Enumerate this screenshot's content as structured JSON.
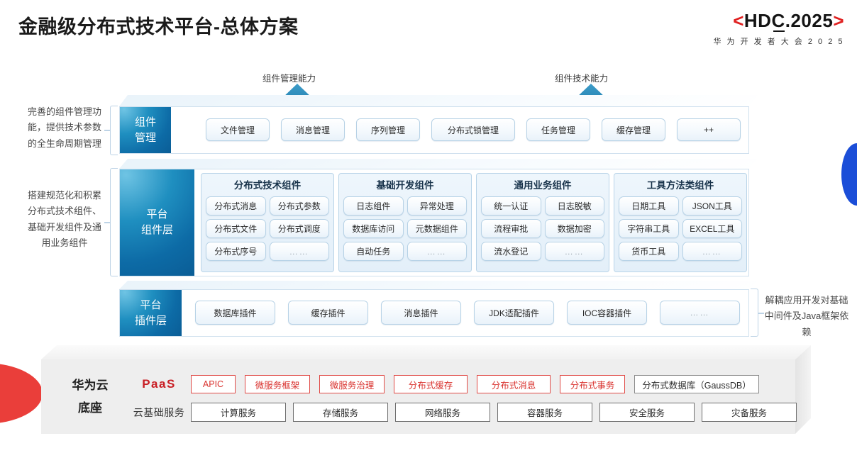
{
  "header": {
    "title": "金融级分布式技术平台-总体方案",
    "logo_main_open": "<",
    "logo_main_text": "HDC.2025",
    "logo_main_close": ">",
    "logo_sub": "华 为 开 发 者 大 会 2 0 2 5",
    "accent_red": "#e02020"
  },
  "arrows": [
    {
      "label": "组件管理能力"
    },
    {
      "label": "组件技术能力"
    }
  ],
  "left_notes": [
    "完善的组件管理功能，提供技术参数的全生命周期管理",
    "搭建规范化和积累分布式技术组件、基础开发组件及通用业务组件"
  ],
  "right_notes": [
    "解耦应用开发对基础中间件及Java框架依赖"
  ],
  "layers": {
    "component_management": {
      "tab_line1": "组件",
      "tab_line2": "管理",
      "items": [
        {
          "label": "文件管理",
          "width": 90
        },
        {
          "label": "消息管理",
          "width": 90
        },
        {
          "label": "序列管理",
          "width": 90
        },
        {
          "label": "分布式锁管理",
          "width": 118
        },
        {
          "label": "任务管理",
          "width": 90
        },
        {
          "label": "缓存管理",
          "width": 90
        },
        {
          "label": "++",
          "width": 90
        }
      ]
    },
    "platform_component": {
      "tab_line1": "平台",
      "tab_line2": "组件层",
      "groups": [
        {
          "title": "分布式技术组件",
          "items": [
            "分布式消息",
            "分布式参数",
            "分布式文件",
            "分布式调度",
            "分布式序号",
            "……"
          ]
        },
        {
          "title": "基础开发组件",
          "items": [
            "日志组件",
            "异常处理",
            "数据库访问",
            "元数据组件",
            "自动任务",
            "……"
          ]
        },
        {
          "title": "通用业务组件",
          "items": [
            "统一认证",
            "日志脱敏",
            "流程审批",
            "数据加密",
            "流水登记",
            "……"
          ]
        },
        {
          "title": "工具方法类组件",
          "items": [
            "日期工具",
            "JSON工具",
            "字符串工具",
            "EXCEL工具",
            "货币工具",
            "……"
          ]
        }
      ]
    },
    "platform_plugin": {
      "tab_line1": "平台",
      "tab_line2": "插件层",
      "items": [
        {
          "label": "数据库插件",
          "width": 113
        },
        {
          "label": "缓存插件",
          "width": 113
        },
        {
          "label": "消息插件",
          "width": 113
        },
        {
          "label": "JDK适配插件",
          "width": 113
        },
        {
          "label": "IOC容器插件",
          "width": 113
        },
        {
          "label": "……",
          "width": 113
        }
      ]
    }
  },
  "bottom": {
    "base_line1": "华为云",
    "base_line2": "底座",
    "paas_label": "PaaS",
    "cloud_label": "云基础服务",
    "paas_items": [
      {
        "label": "APIC",
        "width": 63,
        "style": "red"
      },
      {
        "label": "微服务框架",
        "width": 92,
        "style": "red"
      },
      {
        "label": "微服务治理",
        "width": 92,
        "style": "red"
      },
      {
        "label": "分布式缓存",
        "width": 104,
        "style": "red"
      },
      {
        "label": "分布式消息",
        "width": 104,
        "style": "red"
      },
      {
        "label": "分布式事务",
        "width": 92,
        "style": "red"
      },
      {
        "label": "分布式数据库（GaussDB）",
        "width": 176,
        "style": "gray"
      }
    ],
    "cloud_items": [
      {
        "label": "计算服务",
        "width": 134
      },
      {
        "label": "存储服务",
        "width": 134
      },
      {
        "label": "网络服务",
        "width": 134
      },
      {
        "label": "容器服务",
        "width": 134
      },
      {
        "label": "安全服务",
        "width": 134
      },
      {
        "label": "灾备服务",
        "width": 134
      }
    ]
  },
  "colors": {
    "tab_blue": "#0d6ba6",
    "pill_border": "#b7d2e6",
    "red": "#d9322e",
    "gray_panel": "#eeeeee",
    "decoration_blue": "#1b4ed8",
    "decoration_red": "#ea3e3a"
  }
}
